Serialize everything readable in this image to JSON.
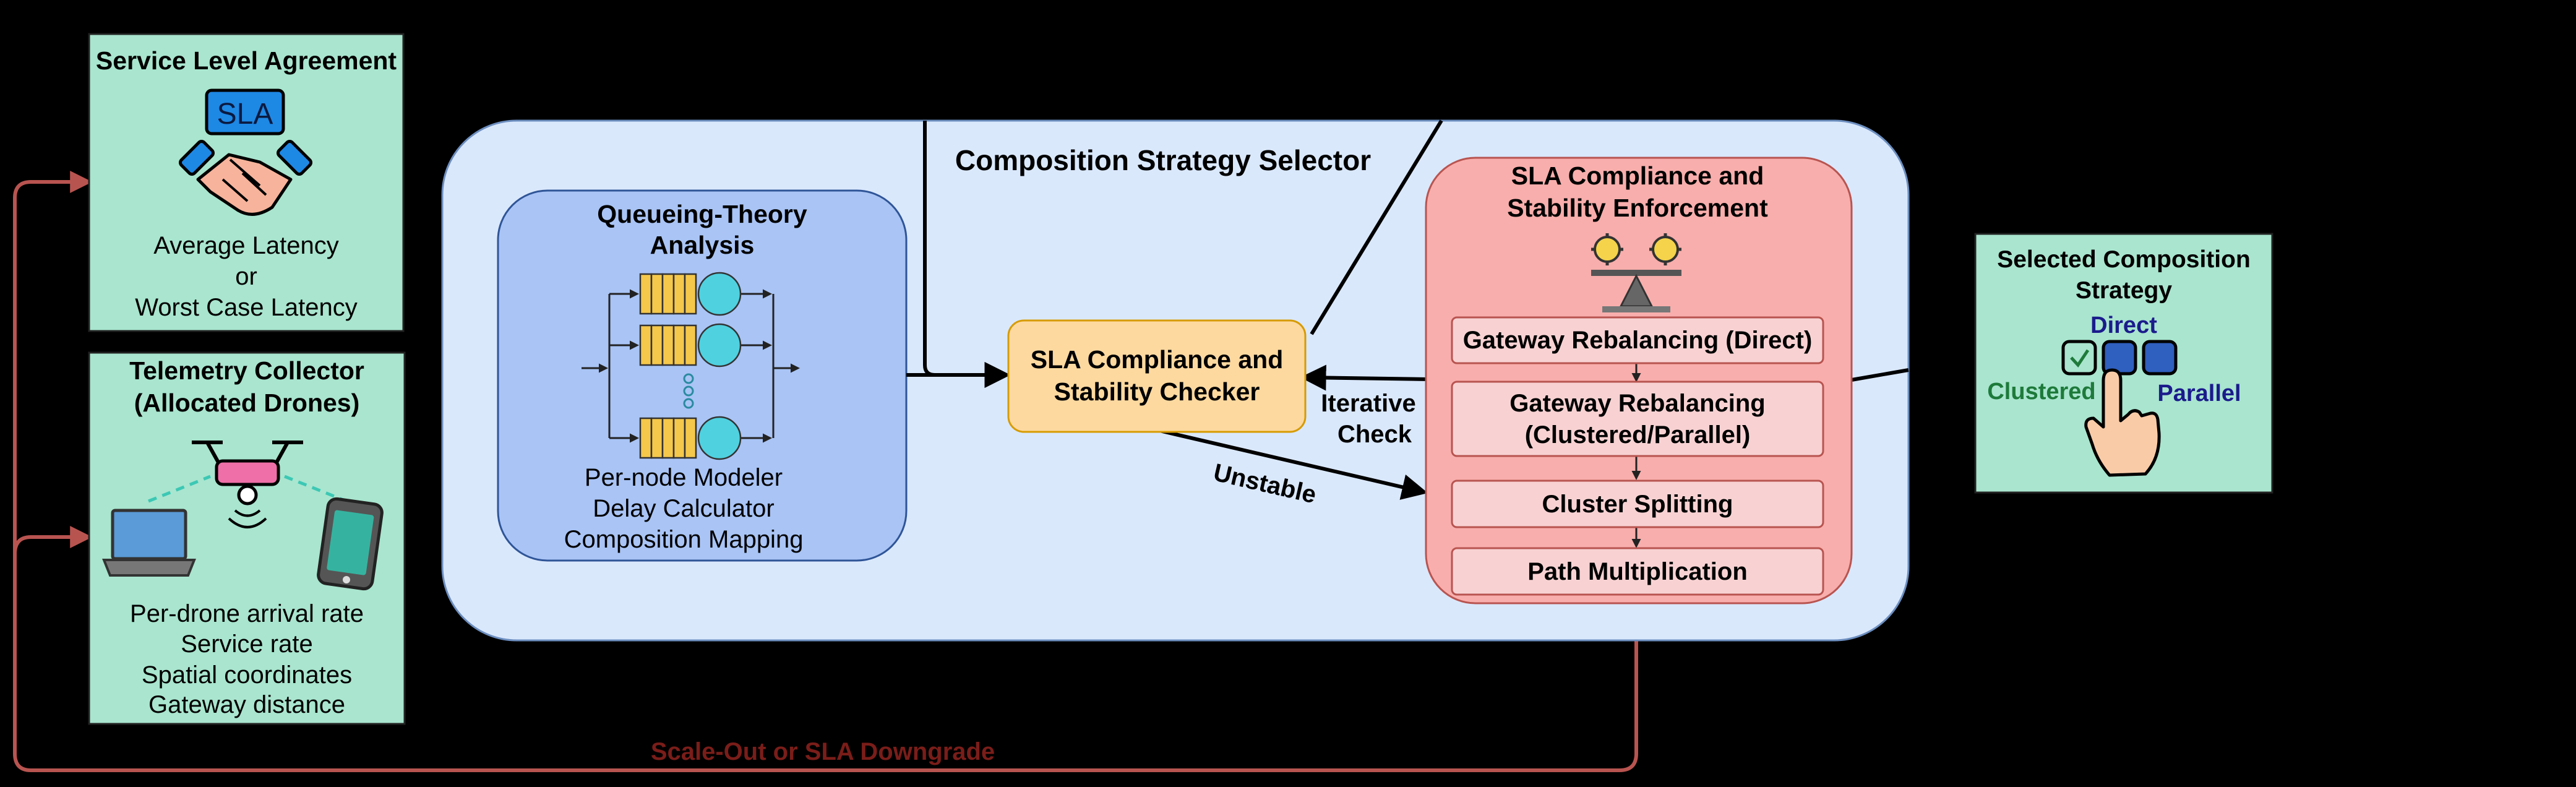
{
  "sla": {
    "title": "Service Level Agreement",
    "badge": "SLA",
    "lines": [
      "Average Latency",
      "or",
      "Worst Case Latency"
    ]
  },
  "telemetry": {
    "title_line1": "Telemetry Collector",
    "title_line2": "(Allocated Drones)",
    "lines": [
      "Per-drone arrival rate",
      "Service rate",
      "Spatial coordinates",
      "Gateway distance"
    ]
  },
  "selector": {
    "title": "Composition Strategy Selector"
  },
  "queueing": {
    "title_line1": "Queueing-Theory",
    "title_line2": "Analysis",
    "lines": [
      "Per-node Modeler",
      "Delay Calculator",
      "Composition Mapping"
    ]
  },
  "checker": {
    "line1": "SLA Compliance and",
    "line2": "Stability Checker"
  },
  "labels": {
    "iterative_line1": "Iterative",
    "iterative_line2": "Check",
    "unstable": "Unstable",
    "scale_out": "Scale-Out or SLA Downgrade"
  },
  "enforcement": {
    "title_line1": "SLA Compliance and",
    "title_line2": "Stability Enforcement",
    "steps": [
      {
        "line1": "Gateway Rebalancing (Direct)",
        "line2": ""
      },
      {
        "line1": "Gateway Rebalancing",
        "line2": "(Clustered/Parallel)"
      },
      {
        "line1": "Cluster Splitting",
        "line2": ""
      },
      {
        "line1": "Path Multiplication",
        "line2": ""
      }
    ]
  },
  "selected": {
    "title_line1": "Selected Composition",
    "title_line2": "Strategy",
    "direct": "Direct",
    "clustered": "Clustered",
    "parallel": "Parallel"
  },
  "colors": {
    "green_box": "#a9e5cf",
    "selector_bg": "#dae8fc",
    "queue_bg": "#a9c4f5",
    "checker_bg": "#fdd9a0",
    "enforce_bg": "#f8aeac",
    "step_bg": "#f8d2d3",
    "dark_red": "#b85450",
    "label_red": "#7a1d19",
    "label_green": "#1e7a3a",
    "label_blue": "#1b1b8c"
  }
}
